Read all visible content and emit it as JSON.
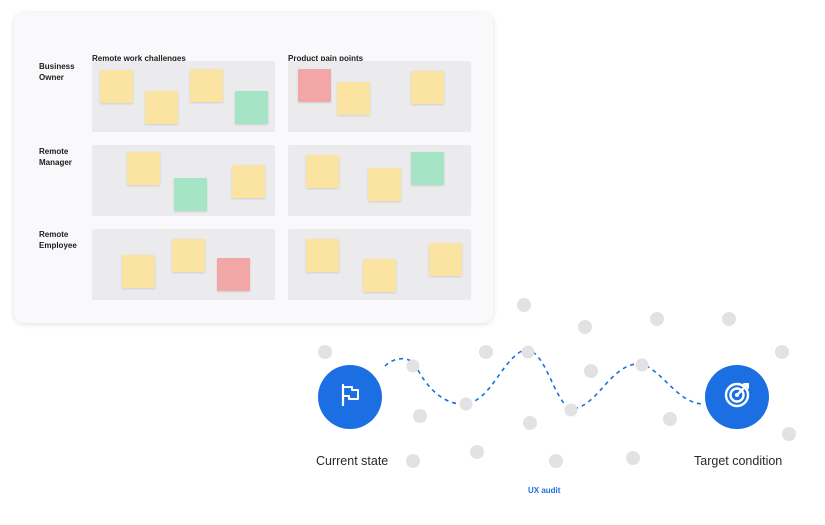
{
  "board": {
    "columns": [
      "Remote work challenges",
      "Product pain points"
    ],
    "rows": [
      {
        "label_line1": "Business",
        "label_line2": "Owner"
      },
      {
        "label_line1": "Remote",
        "label_line2": "Manager"
      },
      {
        "label_line1": "Remote",
        "label_line2": "Employee"
      }
    ],
    "note_colors": {
      "yellow": "#fbe3a1",
      "red": "#f3a6a6",
      "green": "#a6e4c6"
    }
  },
  "journey": {
    "start_label": "Current state",
    "end_label": "Target condition",
    "path_label": "UX audit",
    "start_icon": "flag-icon",
    "end_icon": "target-icon",
    "accent": "#1b6fe3"
  }
}
